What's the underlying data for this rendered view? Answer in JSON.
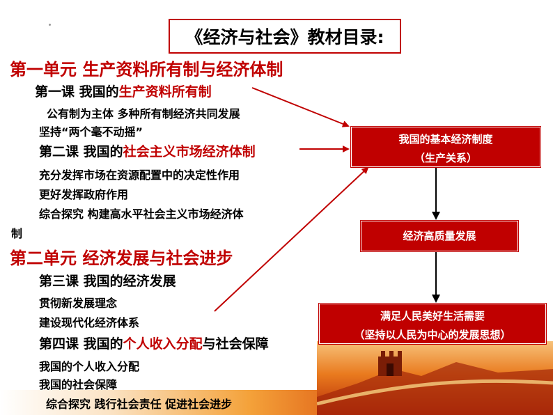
{
  "title": "《经济与社会》教材目录:",
  "outline": {
    "unit1": "第一单元  生产资料所有制与经济体制",
    "lesson1_prefix": "第一课    我国的",
    "lesson1_highlight": "生产资料所有制",
    "item1": "公有制为主体  多种所有制经济共同发展",
    "item2": "坚持“两个毫不动摇”",
    "lesson2_prefix": "第二课    我国的",
    "lesson2_highlight": "社会主义市场经济体制",
    "item3": "充分发挥市场在资源配置中的决定性作用",
    "item4": "更好发挥政府作用",
    "item5": "综合探究      构建高水平社会主义市场经济体",
    "item5_cont": "制",
    "unit2": "第二单元  经济发展与社会进步",
    "lesson3": "第三课    我国的经济发展",
    "item6": "贯彻新发展理念",
    "item7": "建设现代化经济体系",
    "lesson4_prefix": "第四课   我国的",
    "lesson4_highlight": "个人收入分配",
    "lesson4_suffix": "与社会保障",
    "item8": "我国的个人收入分配",
    "item9": "我国的社会保障",
    "item10": "综合探究     践行社会责任  促进社会进步"
  },
  "flow": {
    "box1_line1": "我国的基本经济制度",
    "box1_line2": "（生产关系）",
    "box2": "经济高质量发展",
    "box3_line1": "满足人民美好生活需要",
    "box3_line2": "（坚持以人民为中心的发展思想）"
  },
  "colors": {
    "accent": "#c00000",
    "text": "#000000",
    "box_text": "#ffffff"
  }
}
